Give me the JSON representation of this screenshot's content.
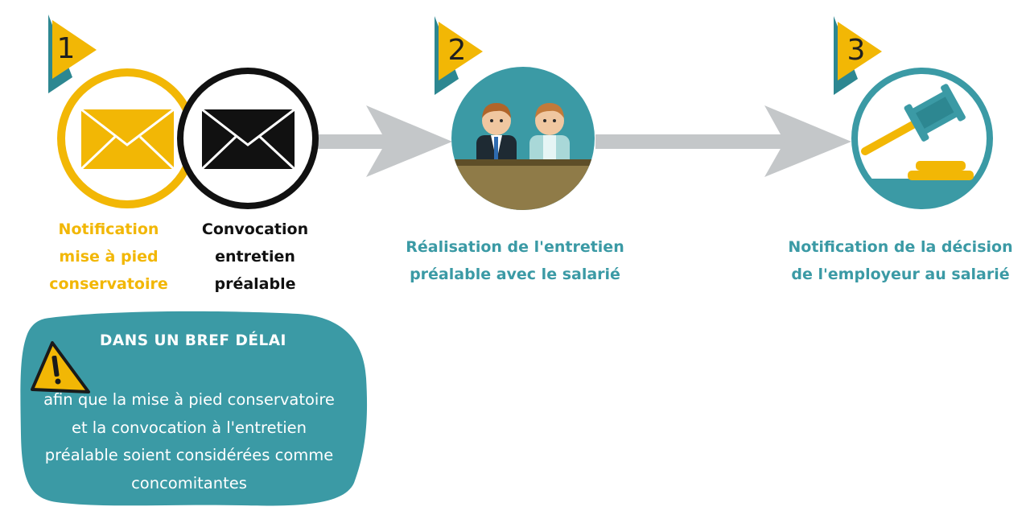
{
  "colors": {
    "accent_yellow": "#F2B705",
    "teal": "#3B9AA5",
    "dark_teal": "#2D8791",
    "black": "#111111",
    "arrow_grey": "#C4C7C9",
    "table_brown": "#8F7B48"
  },
  "steps": [
    {
      "number": "1",
      "icon": "envelope-icon"
    },
    {
      "number": "2",
      "icon": "meeting-people-icon"
    },
    {
      "number": "3",
      "icon": "gavel-icon"
    }
  ],
  "labels": {
    "notification_mise_a_pied": [
      "Notification",
      "mise à pied",
      "conservatoire"
    ],
    "convocation": [
      "Convocation",
      "entretien",
      "préalable"
    ],
    "realisation": [
      "Réalisation de l'entretien",
      "préalable avec le salarié"
    ],
    "notification_decision": [
      "Notification de la décision",
      "de l'employeur au salarié"
    ]
  },
  "callout": {
    "icon": "warning-icon",
    "title": "DANS UN BREF DÉLAI",
    "body": [
      "afin que la mise à pied conservatoire",
      "et la convocation à l'entretien",
      "préalable soient considérées comme",
      "concomitantes"
    ]
  }
}
